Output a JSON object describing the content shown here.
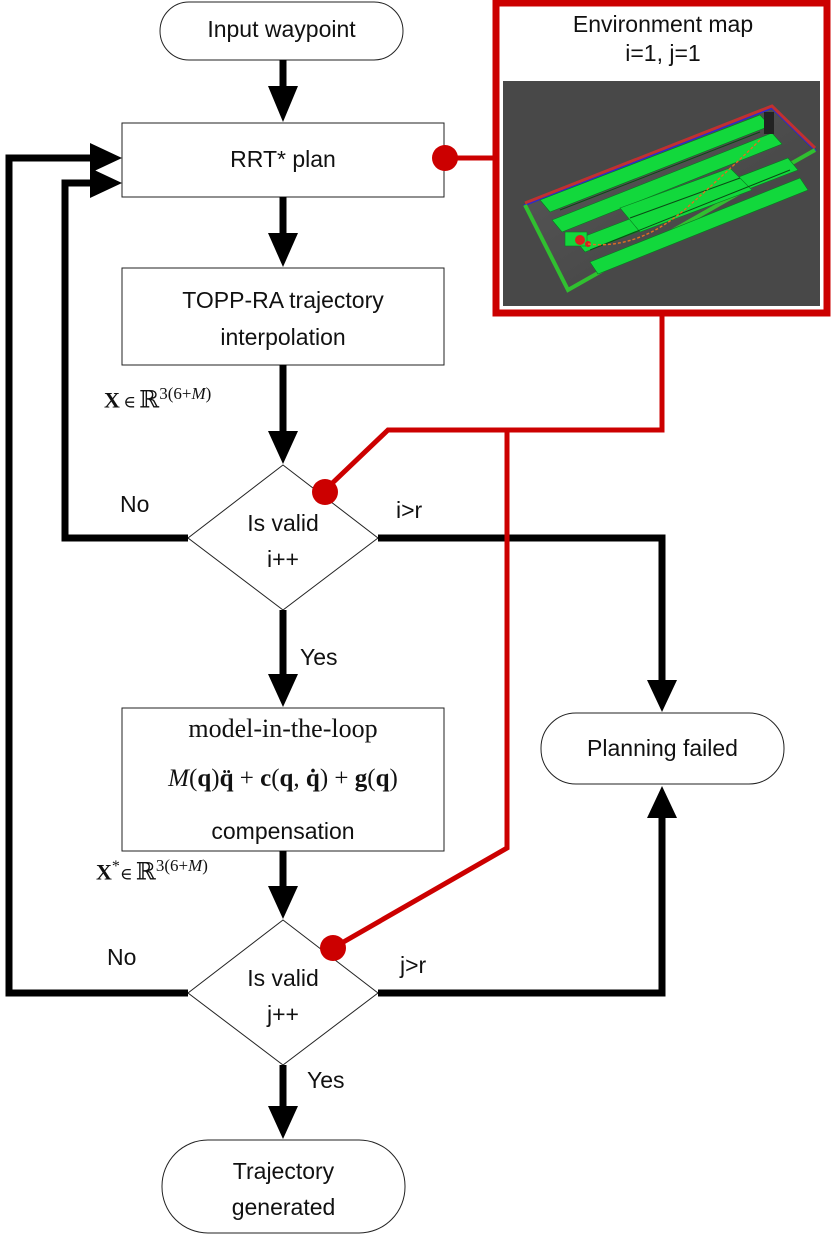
{
  "nodes": {
    "input_waypoint": "Input waypoint",
    "rrt_plan": "RRT* plan",
    "topp_line1": "TOPP-RA trajectory",
    "topp_line2": "interpolation",
    "valid1_line1": "Is valid",
    "valid1_line2": "i++",
    "mitl_title": "model-in-the-loop",
    "mitl_line3": "compensation",
    "valid2_line1": "Is valid",
    "valid2_line2": "j++",
    "planning_failed": "Planning failed",
    "traj_line1": "Trajectory",
    "traj_line2": "generated"
  },
  "environment_map": {
    "title": "Environment map",
    "subtitle": "i=1, j=1",
    "border_color": "#cc0000"
  },
  "edge_labels": {
    "no_1": "No",
    "no_2": "No",
    "yes_1": "Yes",
    "yes_2": "Yes",
    "i_gt_r": "i>r",
    "j_gt_r": "j>r"
  },
  "colors": {
    "flow_line": "#000000",
    "link_line": "#cc0000"
  }
}
